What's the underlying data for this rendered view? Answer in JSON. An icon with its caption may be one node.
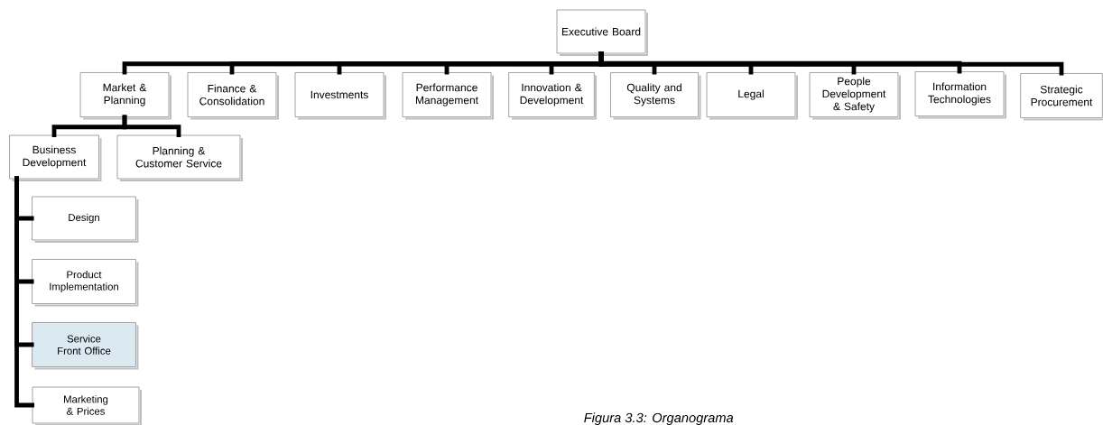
{
  "diagram": {
    "caption": "Figura 3.3: Organograma",
    "nodes": [
      {
        "text": [
          "Executive Board"
        ]
      },
      {
        "text": [
          "Market & Planning"
        ]
      },
      {
        "text": [
          "Finance & Consolidation"
        ]
      },
      {
        "text": [
          "Investments"
        ]
      },
      {
        "text": [
          "Performance Management"
        ]
      },
      {
        "text": [
          "Innovation & Development"
        ]
      },
      {
        "text": [
          "Quality and Systems"
        ]
      },
      {
        "text": [
          "Legal"
        ]
      },
      {
        "text": [
          "People Development & Safety"
        ]
      },
      {
        "text": [
          "Information Technologies"
        ]
      },
      {
        "text": [
          "Strategic Procurement"
        ]
      },
      {
        "text": [
          "Business Development"
        ]
      },
      {
        "text": [
          "Planning & Customer Service"
        ]
      },
      {
        "text": [
          "Design"
        ]
      },
      {
        "text": [
          "Product Implementation"
        ]
      },
      {
        "text": [
          "Service Front Office"
        ]
      },
      {
        "text": [
          "Marketing & Prices"
        ]
      }
    ],
    "edges": [
      {
        "from": 0,
        "to": 1,
        "arrow": "none"
      },
      {
        "from": 0,
        "to": 2,
        "arrow": "none"
      },
      {
        "from": 0,
        "to": 3,
        "arrow": "none"
      },
      {
        "from": 0,
        "to": 4,
        "arrow": "none"
      },
      {
        "from": 0,
        "to": 5,
        "arrow": "none"
      },
      {
        "from": 0,
        "to": 6,
        "arrow": "none"
      },
      {
        "from": 0,
        "to": 7,
        "arrow": "none"
      },
      {
        "from": 0,
        "to": 8,
        "arrow": "none"
      },
      {
        "from": 0,
        "to": 9,
        "arrow": "none"
      },
      {
        "from": 0,
        "to": 10,
        "arrow": "none"
      },
      {
        "from": 1,
        "to": 11,
        "arrow": "none"
      },
      {
        "from": 1,
        "to": 12,
        "arrow": "none"
      },
      {
        "from": 11,
        "to": 13,
        "arrow": "none"
      },
      {
        "from": 11,
        "to": 14,
        "arrow": "none"
      },
      {
        "from": 11,
        "to": 15,
        "arrow": "none"
      },
      {
        "from": 11,
        "to": 16,
        "arrow": "none"
      }
    ]
  }
}
